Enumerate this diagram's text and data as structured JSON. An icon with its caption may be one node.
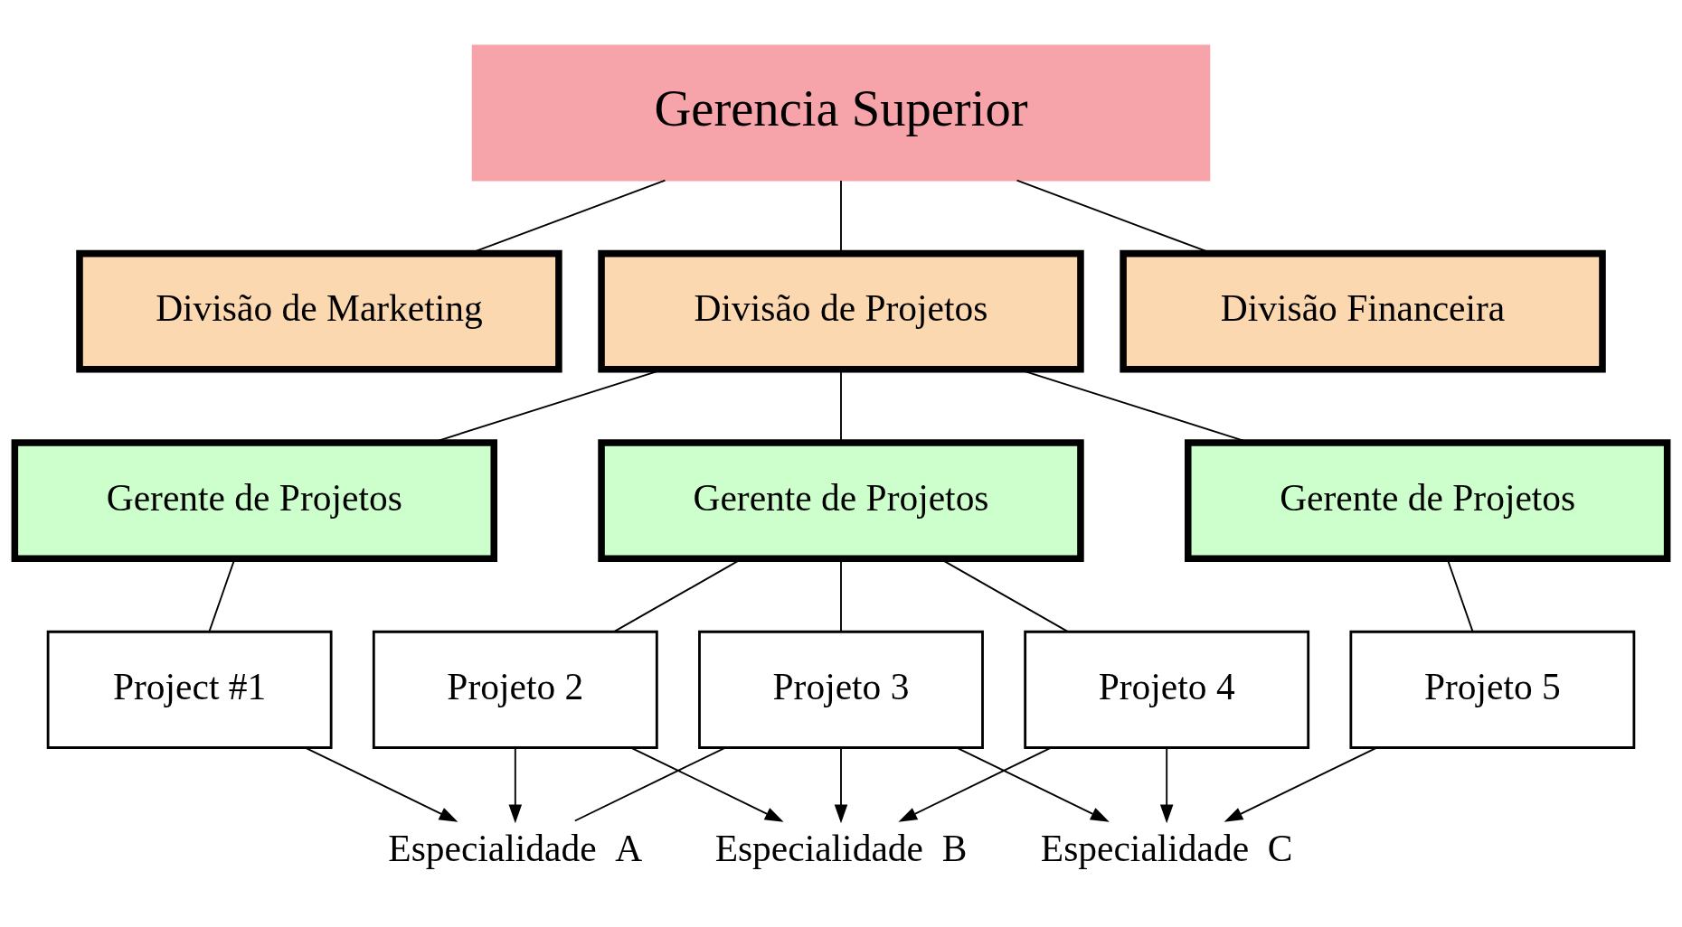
{
  "diagram": {
    "nodes": [
      {
        "text": [
          "Gerencia Superior"
        ]
      },
      {
        "text": [
          "Divisão de Marketing"
        ]
      },
      {
        "text": [
          "Divisão de Projetos"
        ]
      },
      {
        "text": [
          "Divisão Financeira"
        ]
      },
      {
        "text": [
          "Gerente de Projetos"
        ]
      },
      {
        "text": [
          "Gerente de Projetos"
        ]
      },
      {
        "text": [
          "Gerente de Projetos"
        ]
      },
      {
        "text": [
          "Project #1"
        ]
      },
      {
        "text": [
          "Projeto 2"
        ]
      },
      {
        "text": [
          "Projeto 3"
        ]
      },
      {
        "text": [
          "Projeto 4"
        ]
      },
      {
        "text": [
          "Projeto 5"
        ]
      },
      {
        "text": [
          "Especialidade  A"
        ]
      },
      {
        "text": [
          "Especialidade  B"
        ]
      },
      {
        "text": [
          "Especialidade  C"
        ]
      }
    ],
    "edges": [
      {
        "from": 0,
        "to": 1,
        "arrow": "none"
      },
      {
        "from": 0,
        "to": 2,
        "arrow": "none"
      },
      {
        "from": 0,
        "to": 3,
        "arrow": "none"
      },
      {
        "from": 2,
        "to": 4,
        "arrow": "none"
      },
      {
        "from": 2,
        "to": 5,
        "arrow": "none"
      },
      {
        "from": 2,
        "to": 6,
        "arrow": "none"
      },
      {
        "from": 4,
        "to": 7,
        "arrow": "none"
      },
      {
        "from": 5,
        "to": 8,
        "arrow": "none"
      },
      {
        "from": 5,
        "to": 9,
        "arrow": "none"
      },
      {
        "from": 5,
        "to": 10,
        "arrow": "none"
      },
      {
        "from": 6,
        "to": 11,
        "arrow": "none"
      },
      {
        "from": 7,
        "to": 12,
        "arrow": "to"
      },
      {
        "from": 8,
        "to": 12,
        "arrow": "to"
      },
      {
        "from": 8,
        "to": 13,
        "arrow": "to"
      },
      {
        "from": 9,
        "to": 12,
        "arrow": "none"
      },
      {
        "from": 9,
        "to": 13,
        "arrow": "to"
      },
      {
        "from": 9,
        "to": 14,
        "arrow": "to"
      },
      {
        "from": 10,
        "to": 13,
        "arrow": "to"
      },
      {
        "from": 10,
        "to": 14,
        "arrow": "to"
      },
      {
        "from": 11,
        "to": 14,
        "arrow": "to"
      }
    ]
  }
}
